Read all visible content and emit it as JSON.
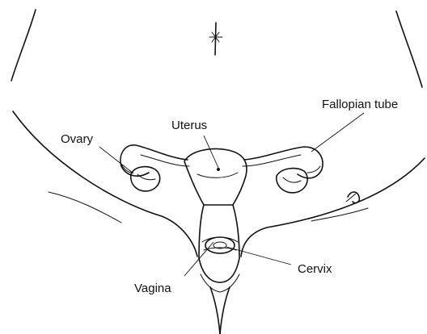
{
  "labels": {
    "uterus": "Uterus",
    "fallopian_tube": "Fallopian tube",
    "ovary": "Ovary",
    "cervix": "Cervix",
    "vagina": "Vagina"
  },
  "colors": {
    "ink": "#111111",
    "background": "#ffffff"
  }
}
